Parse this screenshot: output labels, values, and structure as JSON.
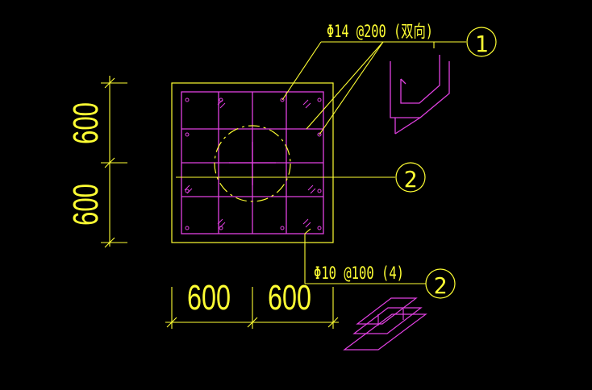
{
  "drawing": {
    "colors": {
      "background": "#000000",
      "annotation": "#ffff33",
      "rebar": "#e040e0",
      "outline": "#ffff33",
      "center_mark": "#ffff33"
    },
    "labels": {
      "top_rebar": "Φ14 @200 (双向)",
      "stirrup": "Φ10 @100 (4)",
      "callout_1": "1",
      "callout_2a": "2",
      "callout_2b": "2"
    },
    "dimensions": {
      "vertical_top": "600",
      "vertical_bottom": "600",
      "horizontal_left": "600",
      "horizontal_right": "600"
    }
  }
}
